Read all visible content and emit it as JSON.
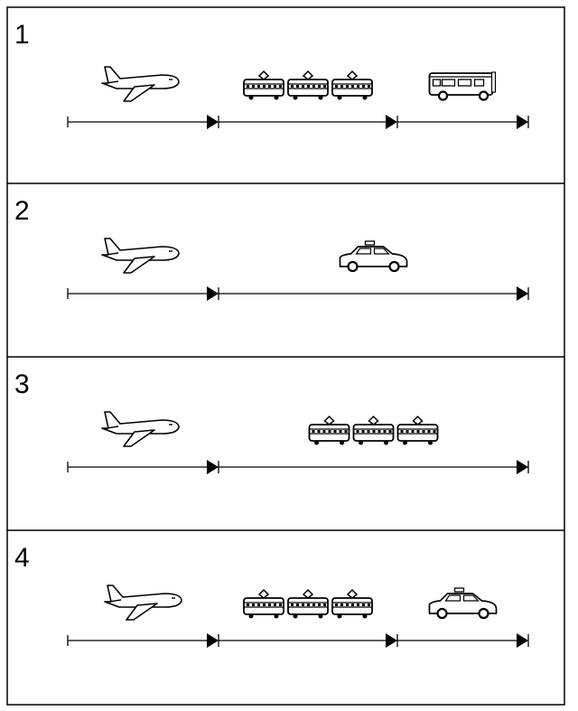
{
  "panels": [
    {
      "label": "1",
      "legs": [
        "airplane",
        "train",
        "bus"
      ]
    },
    {
      "label": "2",
      "legs": [
        "airplane",
        "taxi"
      ]
    },
    {
      "label": "3",
      "legs": [
        "airplane",
        "train"
      ]
    },
    {
      "label": "4",
      "legs": [
        "airplane",
        "train",
        "taxi"
      ]
    }
  ],
  "colors": {
    "ink": "#000000",
    "background": "#ffffff"
  }
}
